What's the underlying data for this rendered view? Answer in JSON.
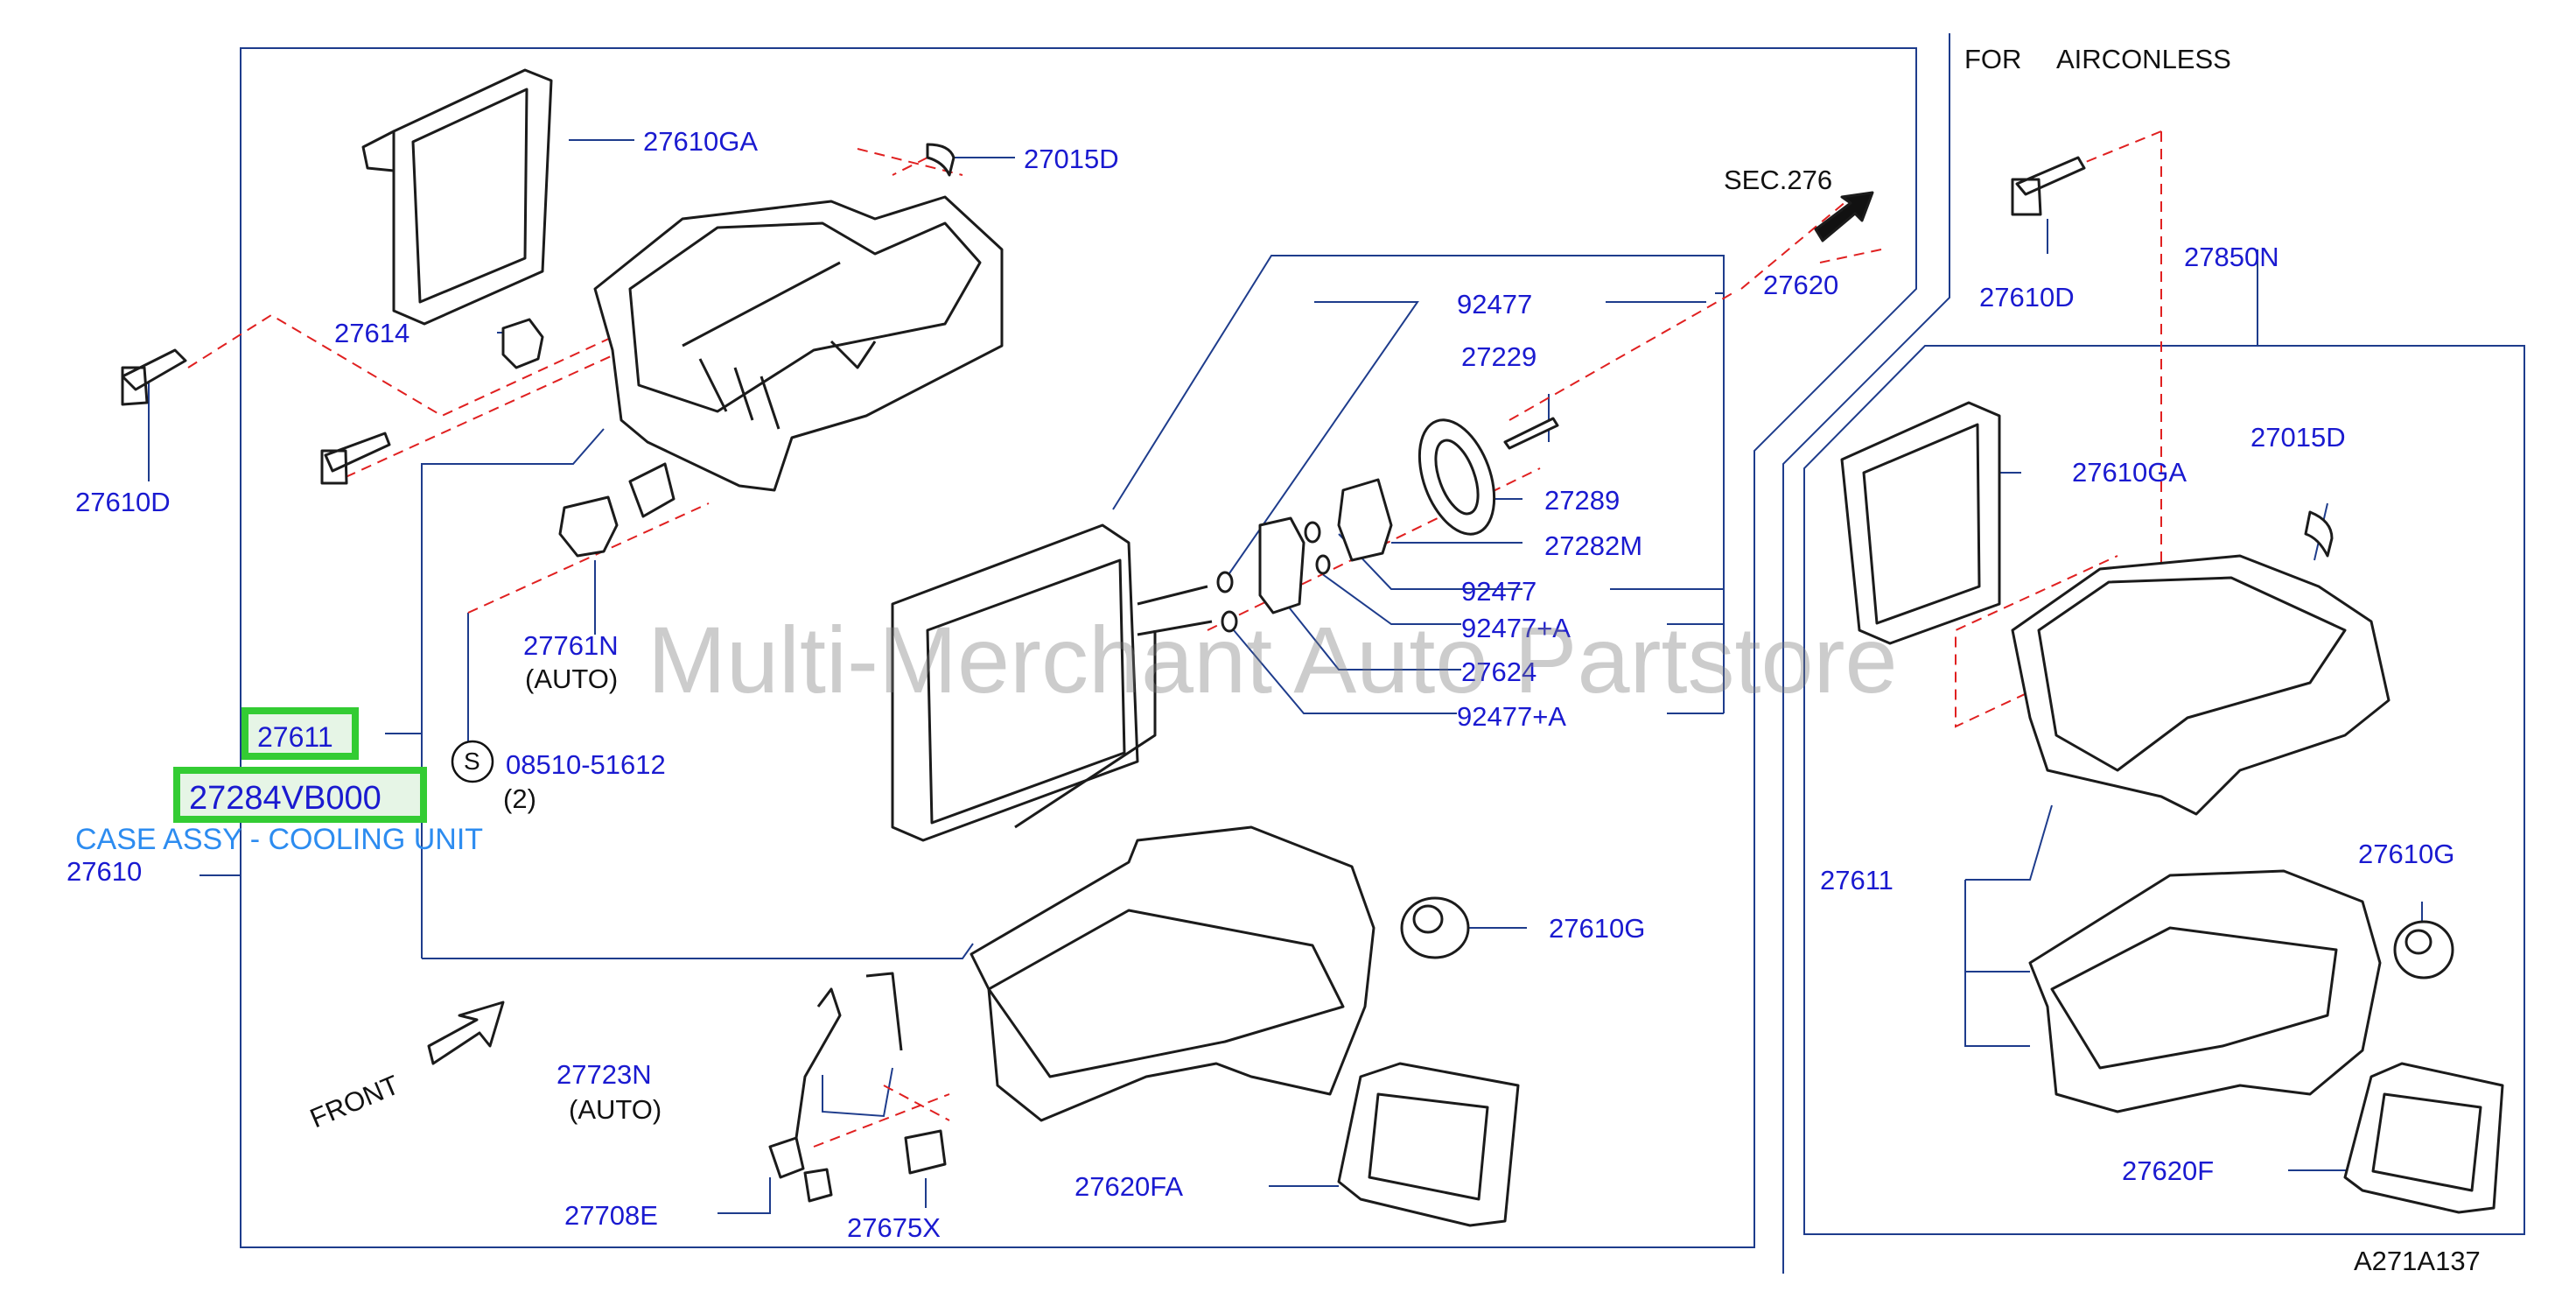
{
  "header": {
    "for_label": "FOR",
    "airconless_label": "AIRCONLESS",
    "drawing_code": "A271A137"
  },
  "watermark": "Multi-Merchant Auto Partstore",
  "selected": {
    "part_highlight": "27611",
    "part_number": "27284VB000",
    "description": "CASE ASSY - COOLING UNIT"
  },
  "labels": {
    "p27610GA": "27610GA",
    "p27015D": "27015D",
    "sec276": "SEC.276",
    "p27620": "27620",
    "p27614": "27614",
    "p27610D": "27610D",
    "p92477a": "92477",
    "p27229": "27229",
    "p27289": "27289",
    "p27282M": "27282M",
    "p92477b": "92477",
    "p92477Aa": "92477+A",
    "p27624": "27624",
    "p92477Ab": "92477+A",
    "p27761N": "27761N",
    "auto1": "(AUTO)",
    "s_symbol": "S",
    "p08510": "08510-51612",
    "qty2": "(2)",
    "p27610": "27610",
    "p27610G": "27610G",
    "p27723N": "27723N",
    "auto2": "(AUTO)",
    "front": "FRONT",
    "p27708E": "27708E",
    "p27675X": "27675X",
    "p27620FA": "27620FA",
    "r27610D": "27610D",
    "r27850N": "27850N",
    "r27610GA": "27610GA",
    "r27015D": "27015D",
    "r27611": "27611",
    "r27610G": "27610G",
    "r27620F": "27620F"
  }
}
